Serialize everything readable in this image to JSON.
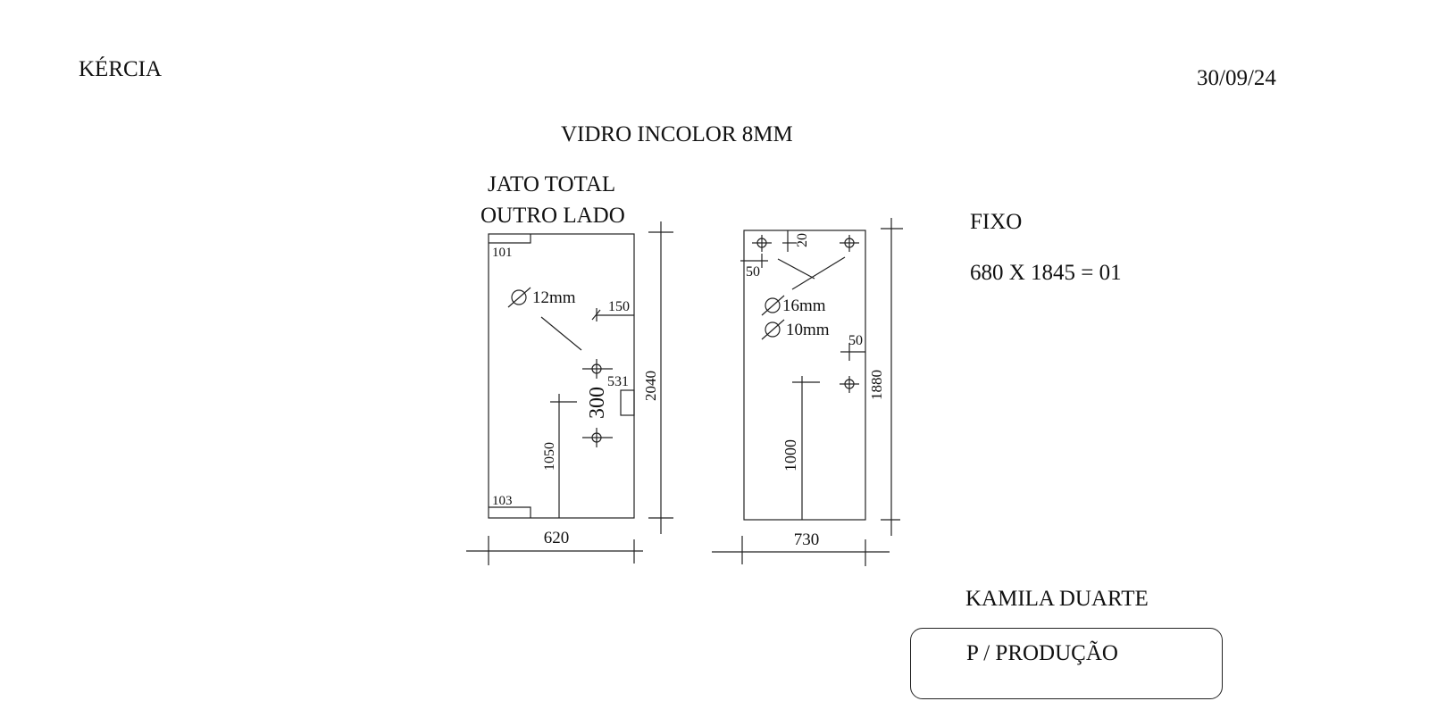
{
  "header": {
    "client": "KÉRCIA",
    "date": "30/09/24"
  },
  "material": "VIDRO INCOLOR 8MM",
  "door": {
    "finish_line1": "JATO TOTAL",
    "finish_line2": "OUTRO LADO",
    "hinge_top": "101",
    "hinge_bottom": "103",
    "hole_dia": "12mm",
    "offset_edge": "150",
    "hole_spacing": "300",
    "handle_height": "531",
    "height": "2040",
    "handle_floor": "1050",
    "width": "620"
  },
  "fixed": {
    "top_offset": "20",
    "side_offset": "50",
    "hole_dia_a": "16mm",
    "hole_dia_b": "10mm",
    "edge_offset": "50",
    "height": "1880",
    "mark_height": "1000",
    "width": "730"
  },
  "panel_info": {
    "label": "FIXO",
    "spec": "680 X 1845 = 01"
  },
  "footer": {
    "person": "KAMILA DUARTE",
    "stamp": "P / PRODUÇÃO"
  }
}
